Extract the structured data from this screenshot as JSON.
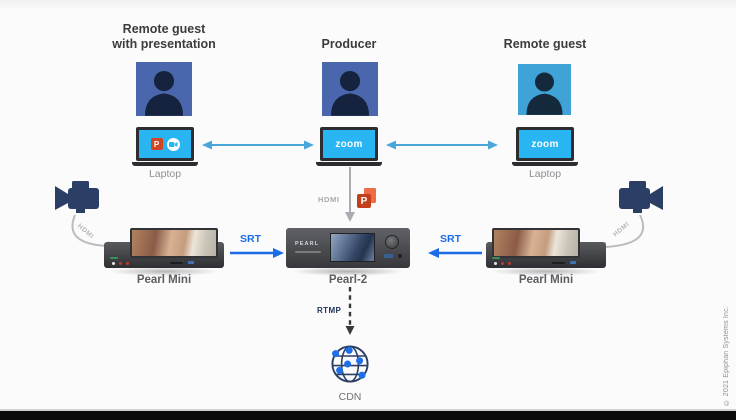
{
  "titles": {
    "guest_presentation_line1": "Remote guest",
    "guest_presentation_line2": "with presentation",
    "producer": "Producer",
    "guest": "Remote guest"
  },
  "labels": {
    "laptop_left": "Laptop",
    "laptop_right": "Laptop",
    "pearl_mini_left": "Pearl Mini",
    "pearl_2": "Pearl-2",
    "pearl_mini_right": "Pearl Mini",
    "cdn": "CDN"
  },
  "brands": {
    "zoom_producer": "zoom",
    "zoom_guest": "zoom",
    "pearl_2_front": "PEARL",
    "ppt_letter": "P"
  },
  "connections": {
    "srt_left": "SRT",
    "srt_right": "SRT",
    "hdmi_producer": "HDMI",
    "hdmi_camera_left": "HDMI",
    "hdmi_camera_right": "HDMI",
    "rtmp": "RTMP"
  },
  "footer": {
    "copyright": "© 2021 Epiphan Systems Inc."
  },
  "colors": {
    "background": "#fbfbfb",
    "srt_blue": "#1a6ce8",
    "link_blue": "#4ba7da",
    "zoom_screen_blue": "#29b5f1",
    "avatar_blue_dark": "#4a67ae",
    "avatar_blue_light": "#3fa3d7",
    "silhouette_navy": "#15233e",
    "powerpoint_red": "#c33e1b",
    "hdmi_arrow_gray": "#a9adb2",
    "camera_navy": "#2b3f66",
    "cdn_node_blue": "#1d6fe8",
    "bottom_bar_black": "#0b0b0b"
  }
}
